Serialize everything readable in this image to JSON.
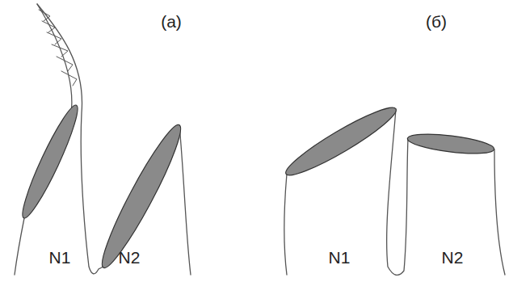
{
  "diagram": {
    "labels": [
      "(а)",
      "(б)",
      "N1",
      "N2",
      "N1",
      "N2"
    ]
  }
}
